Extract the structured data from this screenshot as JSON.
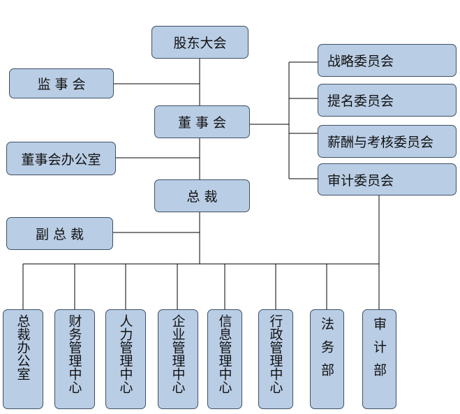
{
  "nodes": {
    "shareholders_meeting": "股东大会",
    "supervisory_board": "监 事 会",
    "board_of_directors": "董 事 会",
    "board_office": "董事会办公室",
    "president": "总 裁",
    "vice_president": "副 总 裁",
    "strategy_committee": "战略委员会",
    "nomination_committee": "提名委员会",
    "compensation_committee": "薪酬与考核委员会",
    "audit_committee": "审计委员会"
  },
  "departments": [
    "总裁办公室",
    "财务管理中心",
    "人力管理中心",
    "企业管理中心",
    "信息管理中心",
    "行政管理中心",
    "法务部",
    "审计部"
  ]
}
